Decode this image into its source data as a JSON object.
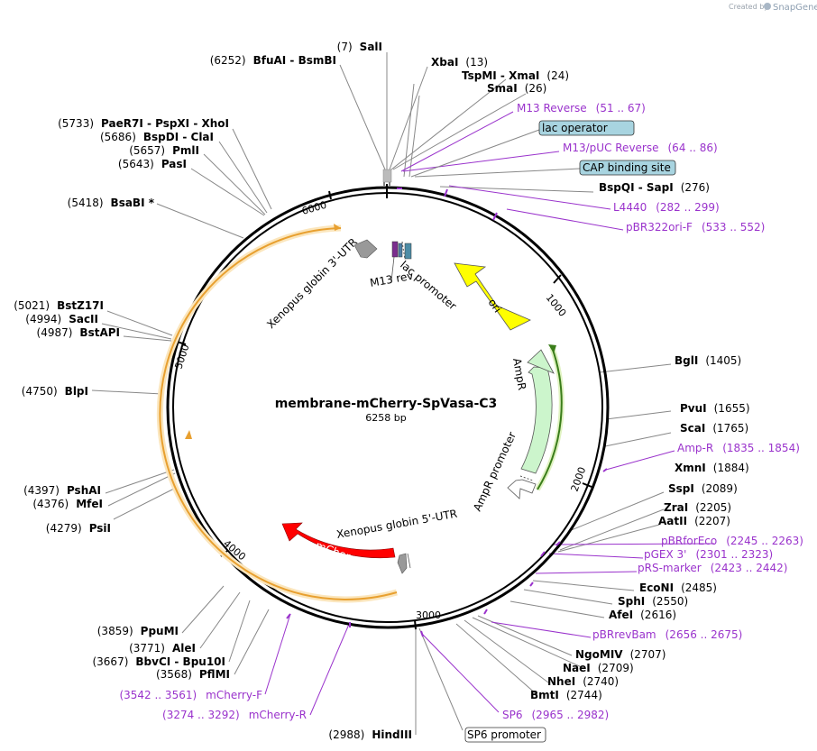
{
  "credit": {
    "prefix": "Created by",
    "brand": "SnapGene"
  },
  "plasmid": {
    "name": "membrane-mCherry-SpVasa-C3",
    "size_label": "6258 bp",
    "length": 6258
  },
  "ticks": [
    "1000",
    "2000",
    "3000",
    "4000",
    "5000",
    "6000"
  ],
  "site_labels": [
    {
      "pos": "(7)",
      "name": "SalI"
    },
    {
      "pos": "(6252)",
      "name": "BfuAI  - BsmBI"
    },
    {
      "name": "XbaI",
      "pos": "(13)"
    },
    {
      "name": "TspMI  - XmaI",
      "pos": "(24)"
    },
    {
      "name": "SmaI",
      "pos": "(26)"
    },
    {
      "pos": "(5733)",
      "name": "PaeR7I  - PspXI  - XhoI"
    },
    {
      "pos": "(5686)",
      "name": "BspDI  - ClaI"
    },
    {
      "pos": "(5657)",
      "name": "PmlI"
    },
    {
      "pos": "(5643)",
      "name": "PasI"
    },
    {
      "pos": "(5418)",
      "name": "BsaBI *"
    },
    {
      "name": "BspQI  - SapI",
      "pos": "(276)"
    },
    {
      "pos": "(5021)",
      "name": "BstZ17I"
    },
    {
      "pos": "(4994)",
      "name": "SacII"
    },
    {
      "pos": "(4987)",
      "name": "BstAPI"
    },
    {
      "pos": "(4750)",
      "name": "BlpI"
    },
    {
      "name": "BglI",
      "pos": "(1405)"
    },
    {
      "name": "PvuI",
      "pos": "(1655)"
    },
    {
      "name": "ScaI",
      "pos": "(1765)"
    },
    {
      "name": "XmnI",
      "pos": "(1884)"
    },
    {
      "pos": "(4397)",
      "name": "PshAI"
    },
    {
      "pos": "(4376)",
      "name": "MfeI"
    },
    {
      "pos": "(4279)",
      "name": "PsiI"
    },
    {
      "name": "SspI",
      "pos": "(2089)"
    },
    {
      "name": "ZraI",
      "pos": "(2205)"
    },
    {
      "name": "AatII",
      "pos": "(2207)"
    },
    {
      "name": "EcoNI",
      "pos": "(2485)"
    },
    {
      "name": "SphI",
      "pos": "(2550)"
    },
    {
      "name": "AfeI",
      "pos": "(2616)"
    },
    {
      "pos": "(3859)",
      "name": "PpuMI"
    },
    {
      "pos": "(3771)",
      "name": "AleI"
    },
    {
      "pos": "(3667)",
      "name": "BbvCI  - Bpu10I"
    },
    {
      "pos": "(3568)",
      "name": "PflMI"
    },
    {
      "name": "NgoMIV",
      "pos": "(2707)"
    },
    {
      "name": "NaeI",
      "pos": "(2709)"
    },
    {
      "name": "NheI",
      "pos": "(2740)"
    },
    {
      "name": "BmtI",
      "pos": "(2744)"
    },
    {
      "pos": "(2988)",
      "name": "HindIII"
    }
  ],
  "primer_labels": [
    {
      "name": "M13 Reverse",
      "range": "(51 .. 67)"
    },
    {
      "name": "M13/pUC Reverse",
      "range": "(64 .. 86)"
    },
    {
      "name": "L4440",
      "range": "(282 .. 299)"
    },
    {
      "name": "pBR322ori-F",
      "range": "(533 .. 552)"
    },
    {
      "name": "Amp-R",
      "range": "(1835 .. 1854)"
    },
    {
      "name": "pBRforEco",
      "range": "(2245 .. 2263)"
    },
    {
      "name": "pGEX 3'",
      "range": "(2301 .. 2323)"
    },
    {
      "name": "pRS-marker",
      "range": "(2423 .. 2442)"
    },
    {
      "name": "pBRrevBam",
      "range": "(2656 .. 2675)"
    },
    {
      "range": "(3542 .. 3561)",
      "name": "mCherry-F"
    },
    {
      "range": "(3274 .. 3292)",
      "name": "mCherry-R"
    },
    {
      "name": "SP6",
      "range": "(2965 .. 2982)"
    }
  ],
  "boxed_features": [
    "lac operator",
    "CAP binding site",
    "SP6 promoter"
  ],
  "inner_features": [
    "Xenopus globin 3'-UTR",
    "lac promoter",
    "M13 rev",
    "ori",
    "AmpR",
    "AmpR promoter",
    "Xenopus globin 5'-UTR",
    "mCherry"
  ],
  "colors": {
    "primer": "#9a33cc",
    "ori": "#ffff00",
    "ampR": "#ccf5cc",
    "mCherry": "#ff0000",
    "orf_track": "#e8a030",
    "utr": "#999999",
    "feature_box": "#a8d4e0"
  }
}
